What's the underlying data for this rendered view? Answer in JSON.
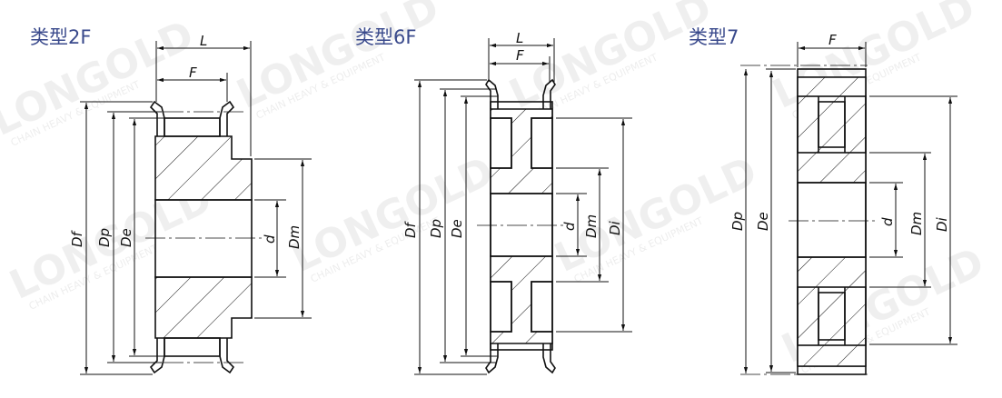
{
  "watermark": {
    "brand": "LONGOLD",
    "tagline": "CHAIN HEAVY & EQUIPMENT"
  },
  "drawings": [
    {
      "title": "类型2F",
      "labels": {
        "L": "L",
        "F": "F",
        "Df": "Df",
        "Dp": "Dp",
        "De": "De",
        "d": "d",
        "Dm": "Dm"
      }
    },
    {
      "title": "类型6F",
      "labels": {
        "L": "L",
        "F": "F",
        "Df": "Df",
        "Dp": "Dp",
        "De": "De",
        "d": "d",
        "Dm": "Dm",
        "Di": "Di"
      }
    },
    {
      "title": "类型7",
      "labels": {
        "F": "F",
        "Dp": "Dp",
        "De": "De",
        "d": "d",
        "Dm": "Dm",
        "Di": "Di"
      }
    }
  ]
}
